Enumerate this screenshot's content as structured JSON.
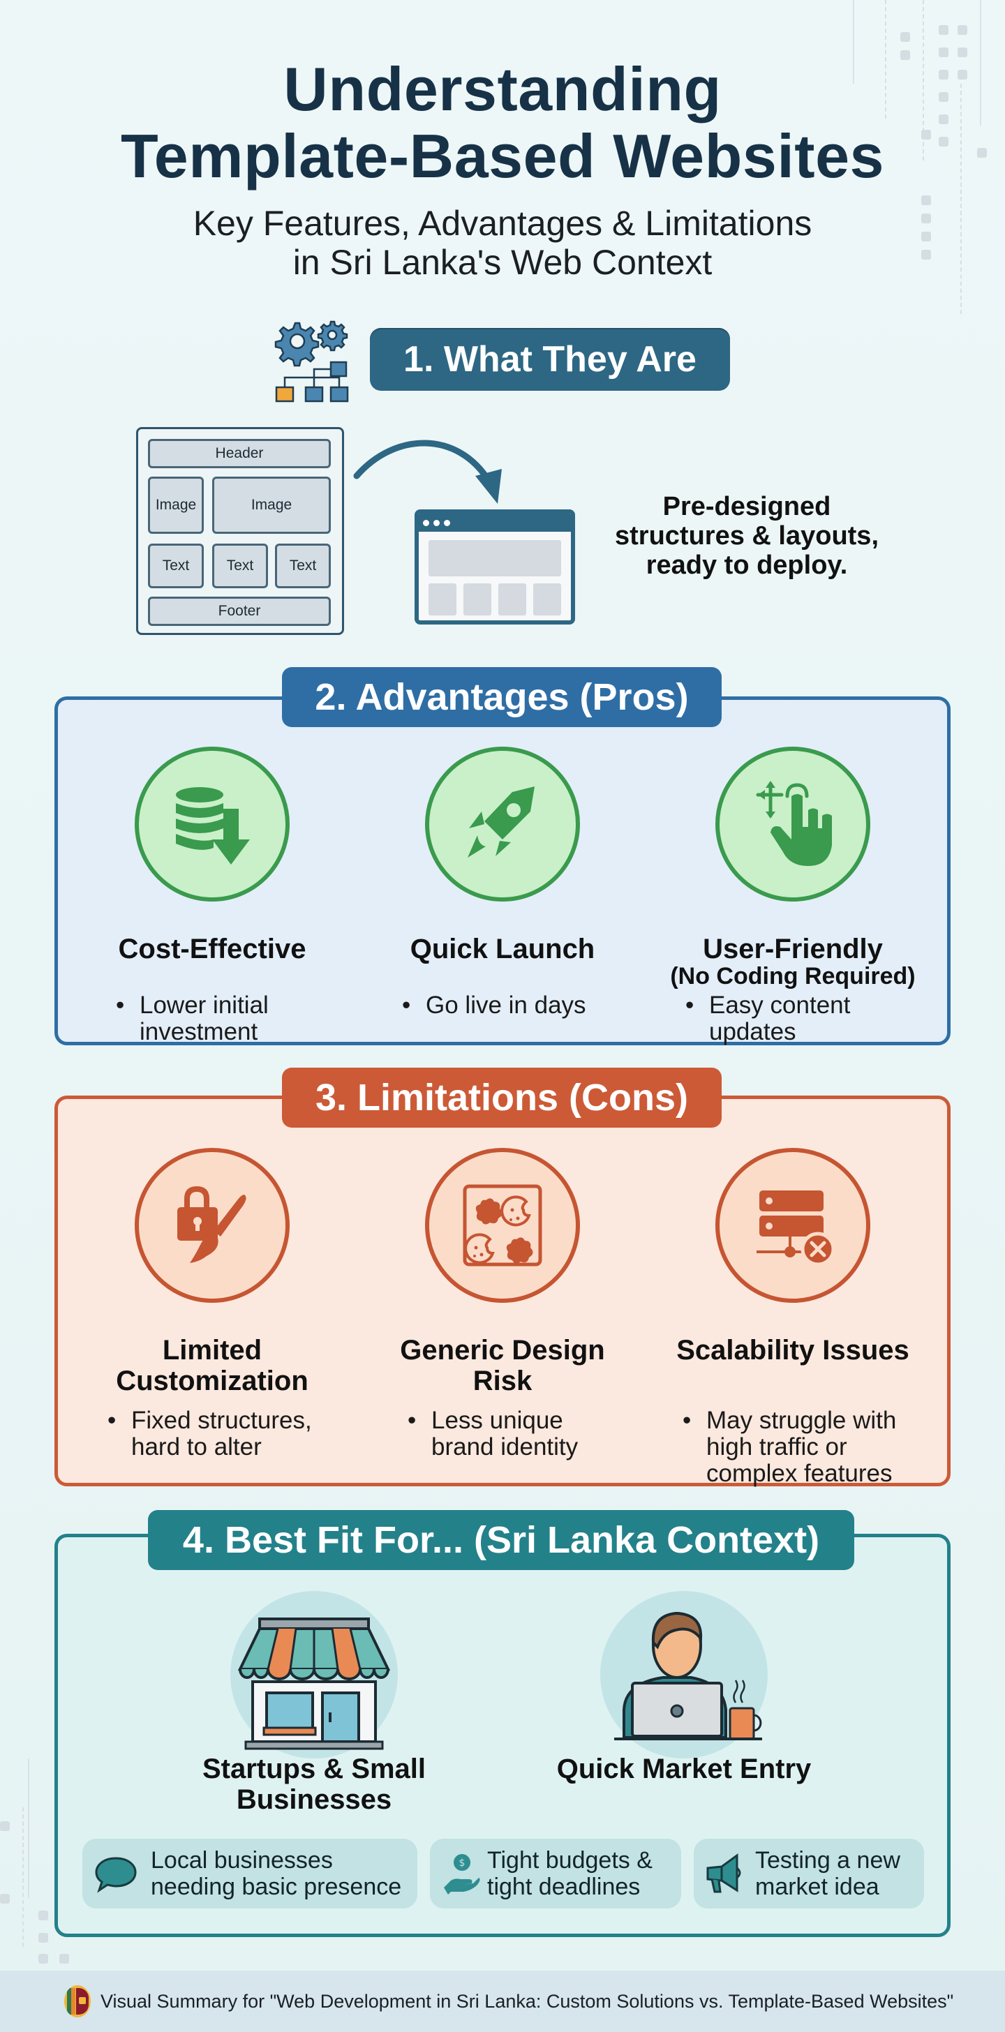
{
  "header": {
    "title_line1": "Understanding",
    "title_line2": "Template-Based Websites",
    "subtitle_line1": "Key Features, Advantages & Limitations",
    "subtitle_line2": "in Sri Lanka's Web Context"
  },
  "section1": {
    "heading": "1. What They Are",
    "icon": "gears-sitemap-icon",
    "wireframe": {
      "header": "Header",
      "image_small": "Image",
      "image_large": "Image",
      "text1": "Text",
      "text2": "Text",
      "text3": "Text",
      "footer": "Footer"
    },
    "description_line1": "Pre-designed",
    "description_line2": "structures & layouts,",
    "description_line3": "ready to deploy."
  },
  "section2": {
    "heading": "2. Advantages (Pros)",
    "items": [
      {
        "icon": "coins-down-arrow-icon",
        "title": "Cost-Effective",
        "subtitle": "",
        "bullet_line1": "Lower initial",
        "bullet_line2": "investment"
      },
      {
        "icon": "rocket-icon",
        "title": "Quick Launch",
        "subtitle": "",
        "bullet_line1": "Go live in days",
        "bullet_line2": ""
      },
      {
        "icon": "touch-gesture-icon",
        "title": "User-Friendly",
        "subtitle": "(No Coding Required)",
        "bullet_line1": "Easy content",
        "bullet_line2": "updates"
      }
    ]
  },
  "section3": {
    "heading": "3. Limitations (Cons)",
    "items": [
      {
        "icon": "lock-paintbrush-icon",
        "title_line1": "Limited",
        "title_line2": "Customization",
        "bullet_line1": "Fixed structures,",
        "bullet_line2": "hard to alter",
        "bullet_line3": ""
      },
      {
        "icon": "cookie-cutter-icon",
        "title_line1": "Generic Design",
        "title_line2": "Risk",
        "bullet_line1": "Less unique",
        "bullet_line2": "brand identity",
        "bullet_line3": ""
      },
      {
        "icon": "server-error-icon",
        "title_line1": "Scalability Issues",
        "title_line2": "",
        "bullet_line1": "May struggle with",
        "bullet_line2": "high traffic or",
        "bullet_line3": "complex features"
      }
    ]
  },
  "section4": {
    "heading": "4. Best Fit For... (Sri Lanka Context)",
    "audiences": [
      {
        "icon": "storefront-icon",
        "title_line1": "Startups & Small",
        "title_line2": "Businesses"
      },
      {
        "icon": "person-laptop-icon",
        "title_line1": "Quick Market Entry",
        "title_line2": ""
      }
    ],
    "chips": [
      {
        "icon": "speech-bubble-icon",
        "line1": "Local businesses",
        "line2": "needing basic presence"
      },
      {
        "icon": "hand-coin-icon",
        "line1": "Tight budgets &",
        "line2": "tight deadlines"
      },
      {
        "icon": "megaphone-icon",
        "line1": "Testing a new",
        "line2": "market idea"
      }
    ]
  },
  "footer": {
    "icon": "sri-lanka-flag-icon",
    "text": "Visual Summary for \"Web Development in Sri Lanka: Custom Solutions vs. Template-Based Websites\""
  },
  "colors": {
    "title": "#173247",
    "section1": "#2d6784",
    "advantages": "#2f6ea5",
    "advantages_icon": "#3a9a4d",
    "limitations": "#cc5a37",
    "best_fit": "#23818a",
    "accent_orange": "#e98a55"
  }
}
